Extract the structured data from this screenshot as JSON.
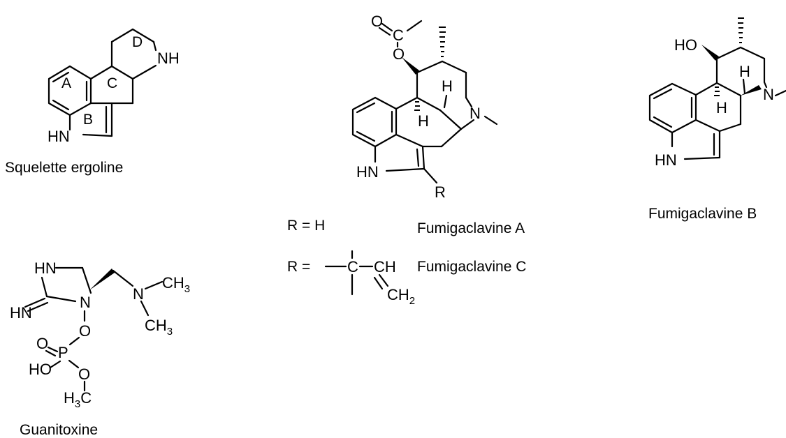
{
  "captions": {
    "ergoline": "Squelette ergoline",
    "fumigaclavine_a": "Fumigaclavine A",
    "fumigaclavine_b": "Fumigaclavine B",
    "fumigaclavine_c": "Fumigaclavine C",
    "guanitoxine": "Guanitoxine"
  },
  "substituents": {
    "r_h": "R = H",
    "r_prefix": "R ="
  },
  "ring_labels": [
    "A",
    "B",
    "C",
    "D"
  ],
  "atom_labels": {
    "nh": "NH",
    "hn": "HN",
    "n": "N",
    "o": "O",
    "c": "C",
    "h": "H",
    "r": "R",
    "ho": "HO",
    "p": "P",
    "ch3": "CH3",
    "ch2": "CH2",
    "h3c": "H3C",
    "ch": "CH"
  }
}
